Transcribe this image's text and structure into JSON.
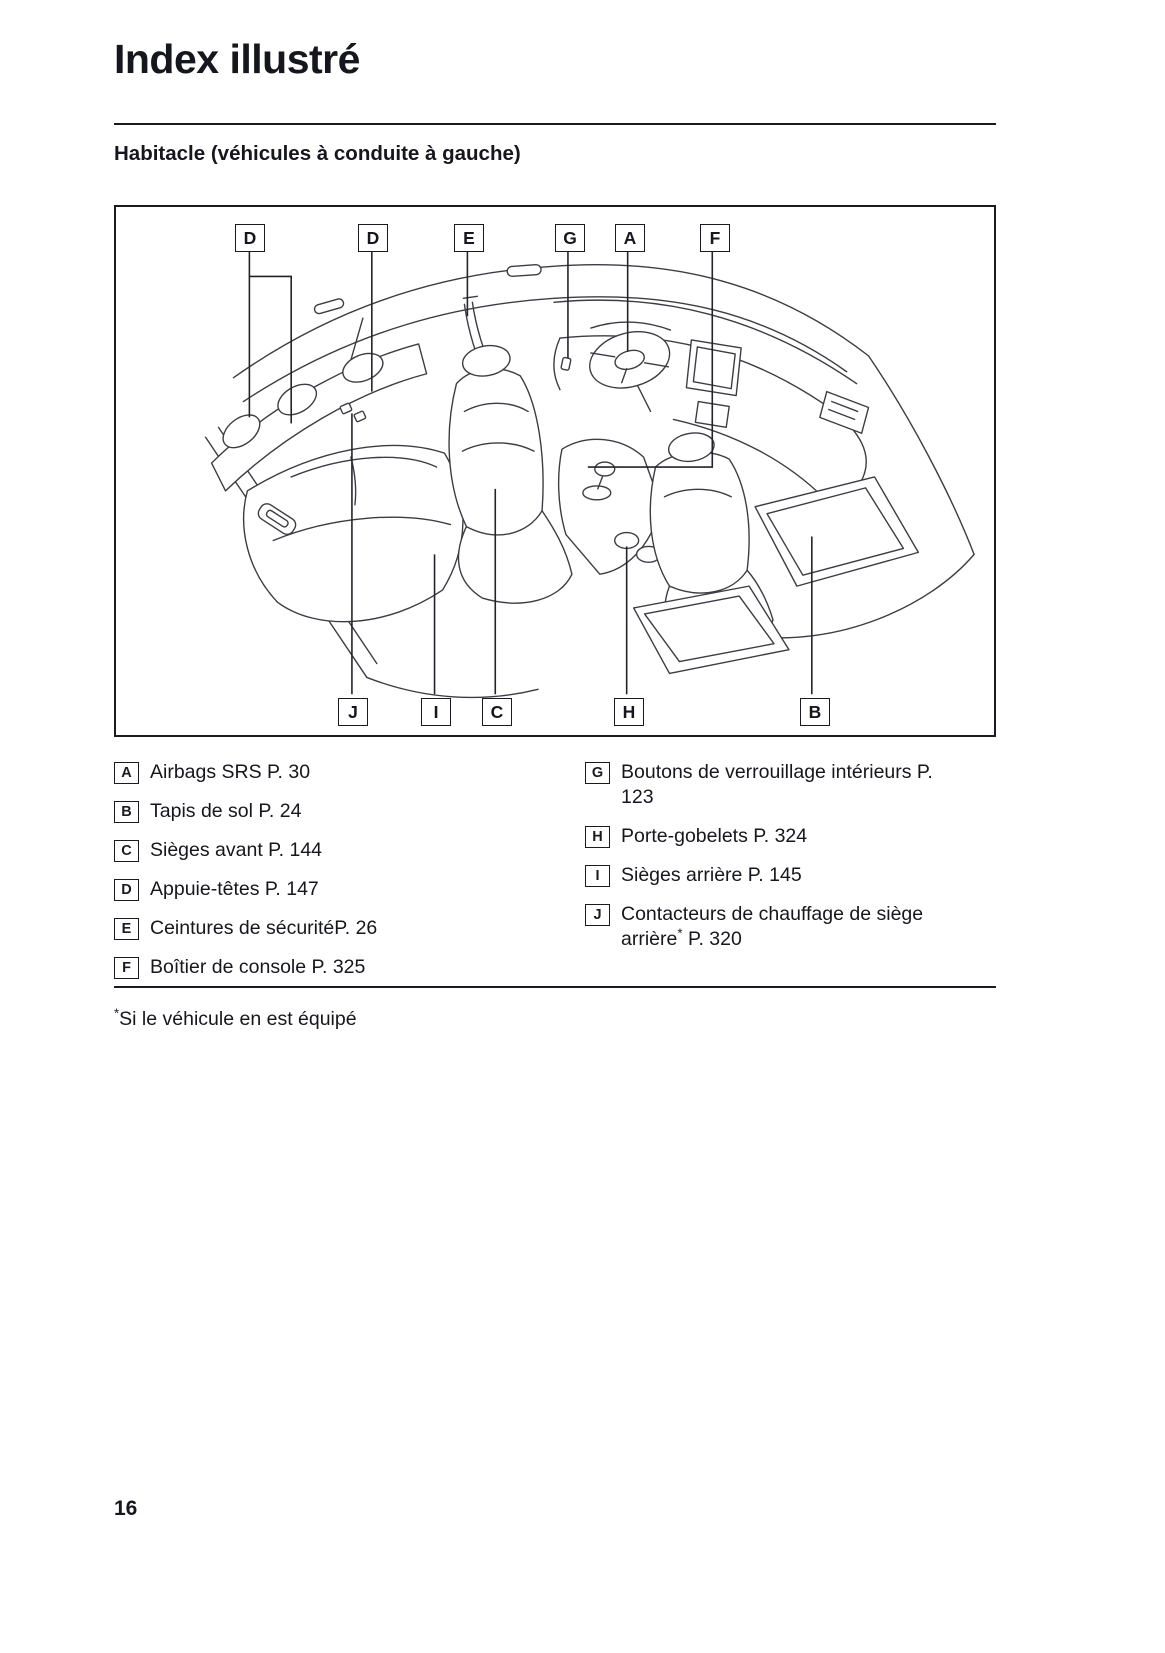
{
  "page": {
    "title": "Index illustré",
    "section_heading": "Habitacle (véhicules à conduite à gauche)",
    "page_number": "16",
    "footnote": {
      "sup": "*",
      "text": "Si le véhicule en est équipé"
    }
  },
  "figure": {
    "illustration": "car-interior-line-drawing",
    "callouts_top": [
      "D",
      "D",
      "E",
      "G",
      "A",
      "F"
    ],
    "callouts_bottom": [
      "J",
      "I",
      "C",
      "H",
      "B"
    ]
  },
  "legend": {
    "left": [
      {
        "letter": "A",
        "pre": "Airbags SRS P. 30"
      },
      {
        "letter": "B",
        "pre": "Tapis de sol P. 24"
      },
      {
        "letter": "C",
        "pre": "Sièges avant P. 144"
      },
      {
        "letter": "D",
        "pre": "Appuie-têtes P. 147"
      },
      {
        "letter": "E",
        "pre": "Ceintures de sécuritéP. 26"
      },
      {
        "letter": "F",
        "pre": "Boîtier de console P. 325"
      }
    ],
    "right": [
      {
        "letter": "G",
        "pre": "Boutons de verrouillage intérieurs P. 123"
      },
      {
        "letter": "H",
        "pre": "Porte-gobelets P. 324"
      },
      {
        "letter": "I",
        "pre": "Sièges arrière P. 145"
      },
      {
        "letter": "J",
        "pre": "Contacteurs de chauffage de siège arrière",
        "sup": "*",
        "post": " P. 320"
      }
    ]
  },
  "colors": {
    "ink": "#16161e",
    "drawing_stroke": "#3c3c44"
  }
}
